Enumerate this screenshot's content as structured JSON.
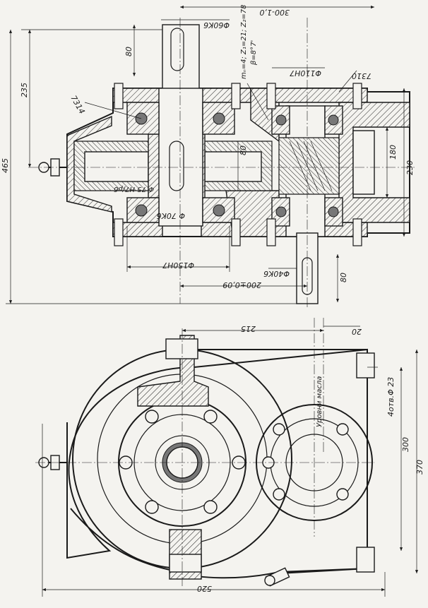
{
  "top_view": {
    "dims": {
      "phi60k6": "Φ60K6",
      "len300": "300-1,0",
      "d80_top": "80",
      "d235": "235",
      "d465": "465",
      "gear_params_1": "mₙ=4; Z₁=21; Z₂=78",
      "gear_params_2": "β=8°7'",
      "phi110h7": "Φ110H7",
      "d7310": "7310",
      "d7314": "7314",
      "phi75": "Φ 75 H7/p6",
      "d80_mid": "80",
      "phi70k6": "Φ 70K6",
      "d180": "180",
      "d230": "230",
      "phi150h7": "Φ150H7",
      "phi40k6": "Φ40K6",
      "d80_bot": "80",
      "d200": "200±0,09"
    }
  },
  "bottom_view": {
    "dims": {
      "d215": "215",
      "d20": "20",
      "oil_level": "Уровни масла",
      "holes": "4отв.Φ 23",
      "d300": "300",
      "d370": "370",
      "d520": "520"
    }
  }
}
